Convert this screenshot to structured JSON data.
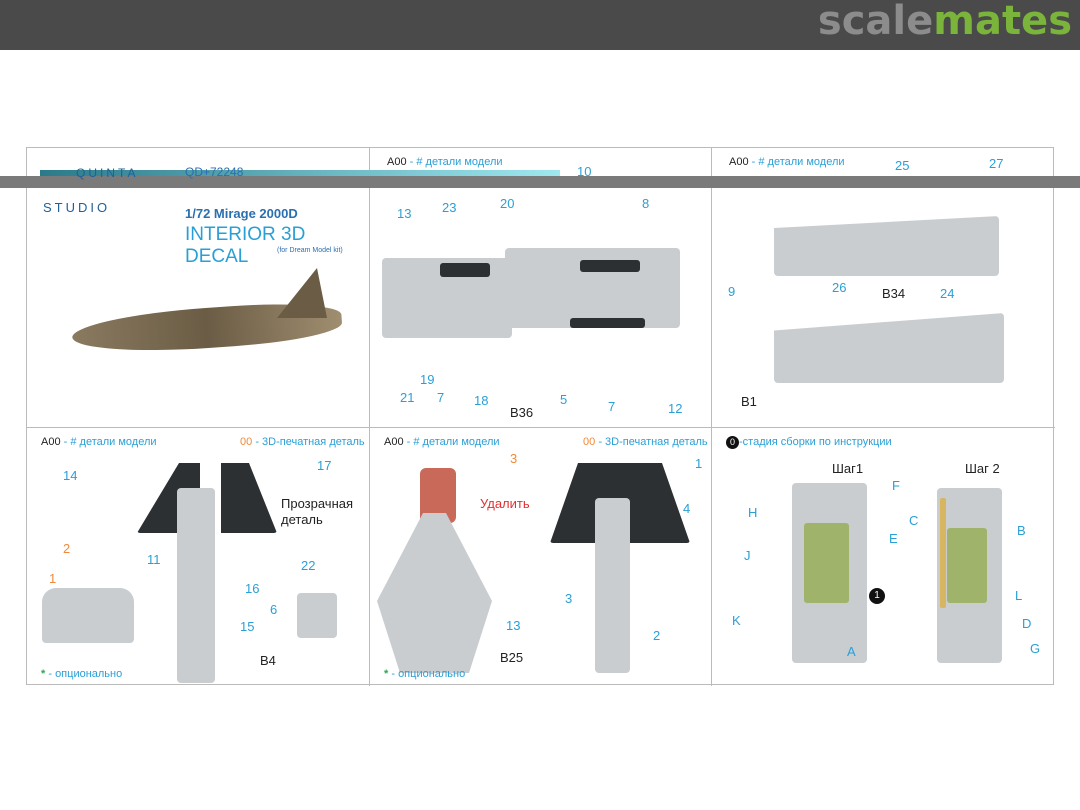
{
  "site": {
    "logo_a": "scale",
    "logo_b": "mates"
  },
  "brand": {
    "name_top": "QUINTA",
    "name_bottom": "STUDIO",
    "code": "QD+72248"
  },
  "title": {
    "scale_model": "1/72 Mirage 2000D",
    "product": "INTERIOR 3D DECAL",
    "kit": "(for Dream Model kit)"
  },
  "legend": {
    "part_code": "A00",
    "part_desc": "- # детали модели",
    "print_code": "00",
    "print_desc": "- 3D-печатная деталь",
    "stage_desc": "-стадия сборки по инструкции",
    "stage_num": "0",
    "optional": "- опционально",
    "star": "*"
  },
  "panel2": {
    "callouts": [
      "13",
      "23",
      "20",
      "10",
      "8",
      "21",
      "19",
      "7",
      "18",
      "B36",
      "5",
      "7",
      "12"
    ]
  },
  "panel3": {
    "callouts": [
      "25",
      "27",
      "9",
      "B34",
      "26",
      "24",
      "B1"
    ]
  },
  "panel4": {
    "callouts": [
      "14",
      "17",
      "2",
      "22",
      "1",
      "11",
      "16",
      "15",
      "6",
      "B4"
    ],
    "transparent_label": "Прозрачная деталь"
  },
  "panel5": {
    "callouts": [
      "3",
      "1",
      "4",
      "3",
      "13",
      "2",
      "B25"
    ],
    "remove_label": "Удалить"
  },
  "panel6": {
    "step1": "Шаг1",
    "step2": "Шаг 2",
    "callouts": [
      "F",
      "H",
      "E",
      "J",
      "K",
      "A",
      "C",
      "B",
      "L",
      "D",
      "G"
    ]
  },
  "colors": {
    "accent": "#2a9fd6",
    "orange": "#f08a3a",
    "green": "#7ab43a"
  }
}
